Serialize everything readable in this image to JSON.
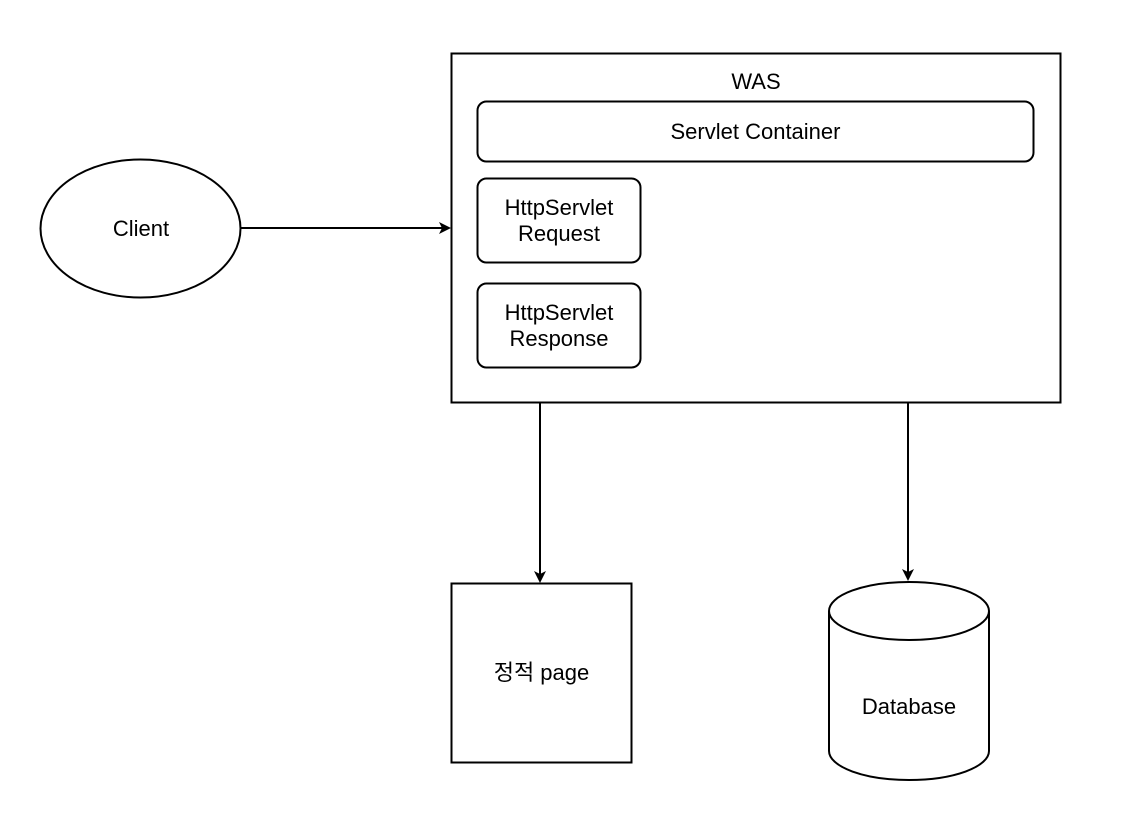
{
  "diagram": {
    "stroke_color": "#000000",
    "fill_color": "#ffffff",
    "nodes": {
      "client": {
        "label": "Client",
        "shape": "ellipse"
      },
      "was": {
        "label": "WAS",
        "shape": "rectangle"
      },
      "servlet_container": {
        "label": "Servlet Container",
        "shape": "rounded-rectangle"
      },
      "http_servlet_request": {
        "label": "HttpServlet\nRequest",
        "shape": "rounded-rectangle"
      },
      "http_servlet_response": {
        "label": "HttpServlet\nResponse",
        "shape": "rounded-rectangle"
      },
      "static_page": {
        "label": "정적 page",
        "shape": "rectangle"
      },
      "database": {
        "label": "Database",
        "shape": "cylinder"
      }
    },
    "edges": [
      {
        "from": "client",
        "to": "was"
      },
      {
        "from": "was",
        "to": "static_page"
      },
      {
        "from": "was",
        "to": "database"
      }
    ]
  }
}
